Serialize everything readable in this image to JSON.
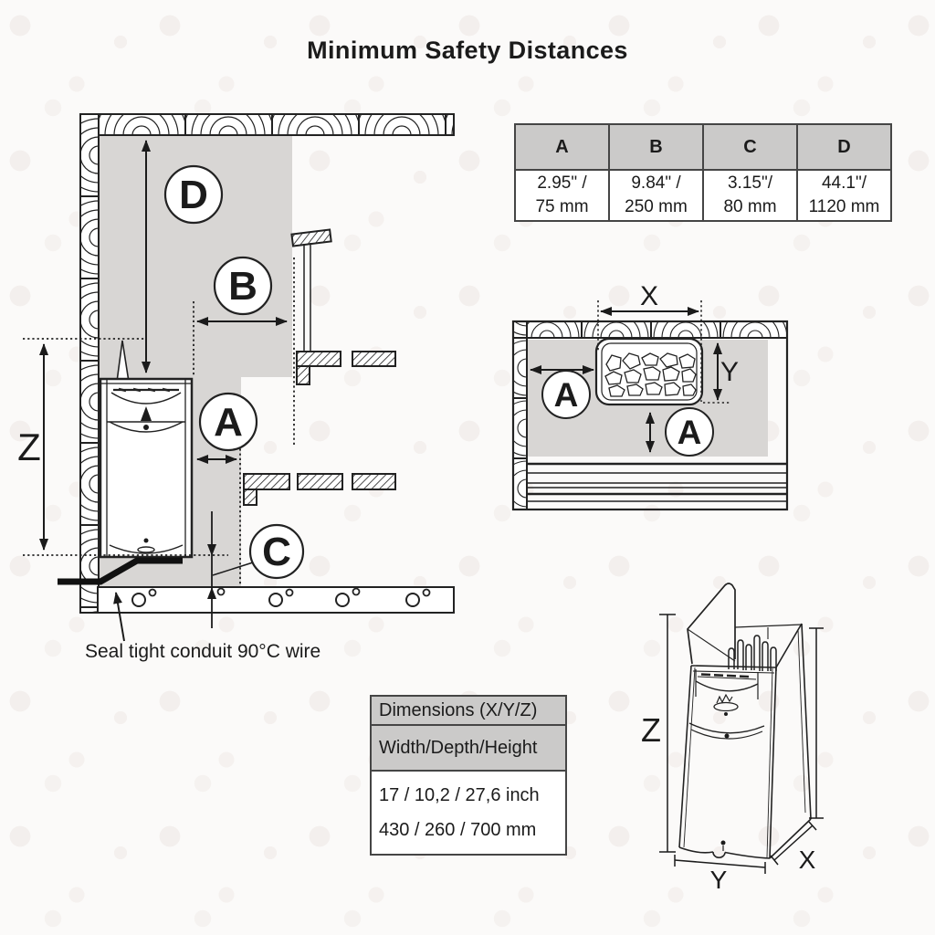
{
  "title": "Minimum Safety Distances",
  "colors": {
    "safety_zone": "#d8d6d4",
    "table_header": "#cbcac9",
    "line": "#222222",
    "background": "#fbfaf9"
  },
  "labels": {
    "a": "A",
    "b": "B",
    "c": "C",
    "d": "D",
    "x": "X",
    "y": "Y",
    "z": "Z"
  },
  "annotations": {
    "conduit": "Seal tight conduit 90°C wire"
  },
  "distance_table": {
    "headers": [
      "A",
      "B",
      "C",
      "D"
    ],
    "values": [
      {
        "inches": "2.95\" /",
        "mm": "75 mm"
      },
      {
        "inches": "9.84\" /",
        "mm": "250 mm"
      },
      {
        "inches": "3.15\"/",
        "mm": "80 mm"
      },
      {
        "inches": "44.1\"/",
        "mm": "1120 mm"
      }
    ]
  },
  "dimensions_table": {
    "title": "Dimensions (X/Y/Z)",
    "subtitle": "Width/Depth/Height",
    "rows": [
      "17 / 10,2 / 27,6 inch",
      "430 / 260 / 700 mm"
    ]
  }
}
